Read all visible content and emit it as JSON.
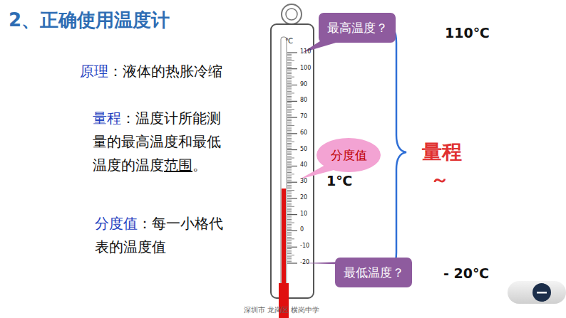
{
  "diagram": {
    "title": "2、正确使用温度计",
    "nodes": [
      {
        "text": [
          "最高温度？"
        ]
      },
      {
        "text": [
          "分度值"
        ]
      },
      {
        "text": [
          "最低温度？"
        ]
      }
    ],
    "labels": [
      "原理",
      "：液体的热胀冷缩",
      "量程",
      "：温度计所能测量的最高温度和最低温度的温度",
      "范围",
      "。",
      "分度值",
      "：每一小格代表的温度值",
      "℃",
      "110",
      "100",
      "90",
      "80",
      "70",
      "60",
      "50",
      "40",
      "30",
      "20",
      "10",
      "0",
      "-10",
      "-20",
      "110℃",
      "1℃",
      "- 20℃",
      "量程",
      "～",
      "深圳市 龙岗区 横岗中学"
    ]
  }
}
